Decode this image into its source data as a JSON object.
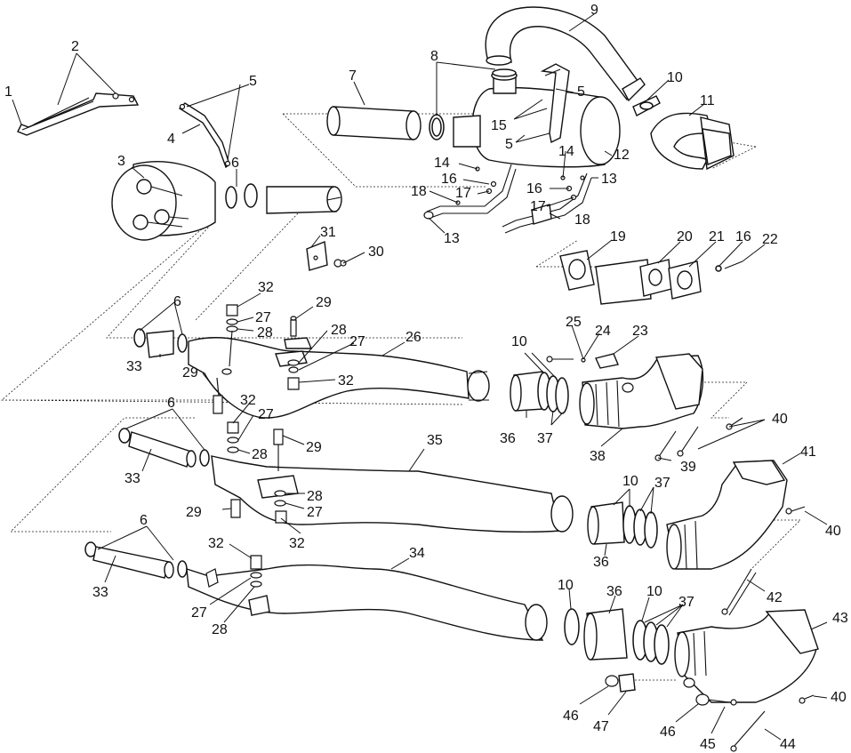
{
  "diagram": {
    "type": "exploded parts diagram",
    "callouts": [
      "1",
      "2",
      "3",
      "4",
      "5",
      "6",
      "7",
      "8",
      "9",
      "10",
      "11",
      "12",
      "13",
      "14",
      "15",
      "16",
      "17",
      "18",
      "19",
      "20",
      "21",
      "22",
      "23",
      "24",
      "25",
      "26",
      "27",
      "28",
      "29",
      "30",
      "31",
      "32",
      "33",
      "34",
      "35",
      "36",
      "37",
      "38",
      "39",
      "40",
      "41",
      "42",
      "43",
      "44",
      "45",
      "46",
      "47"
    ],
    "labels": [
      {
        "id": "c1a",
        "text": "1"
      },
      {
        "id": "c2a",
        "text": "2"
      },
      {
        "id": "c3a",
        "text": "3"
      },
      {
        "id": "c4a",
        "text": "4"
      },
      {
        "id": "c5a",
        "text": "5"
      },
      {
        "id": "c6a",
        "text": "6"
      },
      {
        "id": "c7a",
        "text": "7"
      },
      {
        "id": "c8a",
        "text": "8"
      },
      {
        "id": "c9a",
        "text": "9"
      },
      {
        "id": "c10a",
        "text": "10"
      },
      {
        "id": "c11a",
        "text": "11"
      },
      {
        "id": "c5b",
        "text": "5"
      },
      {
        "id": "c15a",
        "text": "15"
      },
      {
        "id": "c5c",
        "text": "5"
      },
      {
        "id": "c12a",
        "text": "12"
      },
      {
        "id": "c14a",
        "text": "14"
      },
      {
        "id": "c14b",
        "text": "14"
      },
      {
        "id": "c16a",
        "text": "16"
      },
      {
        "id": "c17a",
        "text": "17"
      },
      {
        "id": "c18a",
        "text": "18"
      },
      {
        "id": "c16b",
        "text": "16"
      },
      {
        "id": "c13a",
        "text": "13"
      },
      {
        "id": "c17b",
        "text": "17"
      },
      {
        "id": "c18b",
        "text": "18"
      },
      {
        "id": "c13b",
        "text": "13"
      },
      {
        "id": "c31a",
        "text": "31"
      },
      {
        "id": "c30a",
        "text": "30"
      },
      {
        "id": "c19a",
        "text": "19"
      },
      {
        "id": "c20a",
        "text": "20"
      },
      {
        "id": "c21a",
        "text": "21"
      },
      {
        "id": "c16c",
        "text": "16"
      },
      {
        "id": "c22a",
        "text": "22"
      },
      {
        "id": "c32a",
        "text": "32"
      },
      {
        "id": "c29a",
        "text": "29"
      },
      {
        "id": "c6b",
        "text": "6"
      },
      {
        "id": "c27a",
        "text": "27"
      },
      {
        "id": "c28a",
        "text": "28"
      },
      {
        "id": "c28b",
        "text": "28"
      },
      {
        "id": "c27b",
        "text": "27"
      },
      {
        "id": "c26a",
        "text": "26"
      },
      {
        "id": "c25a",
        "text": "25"
      },
      {
        "id": "c24a",
        "text": "24"
      },
      {
        "id": "c23a",
        "text": "23"
      },
      {
        "id": "c33a",
        "text": "33"
      },
      {
        "id": "c29b",
        "text": "29"
      },
      {
        "id": "c32b",
        "text": "32"
      },
      {
        "id": "c10b",
        "text": "10"
      },
      {
        "id": "c32c",
        "text": "32"
      },
      {
        "id": "c6c",
        "text": "6"
      },
      {
        "id": "c27c",
        "text": "27"
      },
      {
        "id": "c36a",
        "text": "36"
      },
      {
        "id": "c37a",
        "text": "37"
      },
      {
        "id": "c38a",
        "text": "38"
      },
      {
        "id": "c40a",
        "text": "40"
      },
      {
        "id": "c29c",
        "text": "29"
      },
      {
        "id": "c28c",
        "text": "28"
      },
      {
        "id": "c39a",
        "text": "39"
      },
      {
        "id": "c35a",
        "text": "35"
      },
      {
        "id": "c41a",
        "text": "41"
      },
      {
        "id": "c33b",
        "text": "33"
      },
      {
        "id": "c10c",
        "text": "10"
      },
      {
        "id": "c37b",
        "text": "37"
      },
      {
        "id": "c28d",
        "text": "28"
      },
      {
        "id": "c29d",
        "text": "29"
      },
      {
        "id": "c27d",
        "text": "27"
      },
      {
        "id": "c32d",
        "text": "32"
      },
      {
        "id": "c36b",
        "text": "36"
      },
      {
        "id": "c40b",
        "text": "40"
      },
      {
        "id": "c6d",
        "text": "6"
      },
      {
        "id": "c32e",
        "text": "32"
      },
      {
        "id": "c34a",
        "text": "34"
      },
      {
        "id": "c42a",
        "text": "42"
      },
      {
        "id": "c33c",
        "text": "33"
      },
      {
        "id": "c10d",
        "text": "10"
      },
      {
        "id": "c36c",
        "text": "36"
      },
      {
        "id": "c10e",
        "text": "10"
      },
      {
        "id": "c37c",
        "text": "37"
      },
      {
        "id": "c43a",
        "text": "43"
      },
      {
        "id": "c27e",
        "text": "27"
      },
      {
        "id": "c28e",
        "text": "28"
      },
      {
        "id": "c40c",
        "text": "40"
      },
      {
        "id": "c46a",
        "text": "46"
      },
      {
        "id": "c47a",
        "text": "47"
      },
      {
        "id": "c46b",
        "text": "46"
      },
      {
        "id": "c45a",
        "text": "45"
      },
      {
        "id": "c44a",
        "text": "44"
      }
    ]
  }
}
